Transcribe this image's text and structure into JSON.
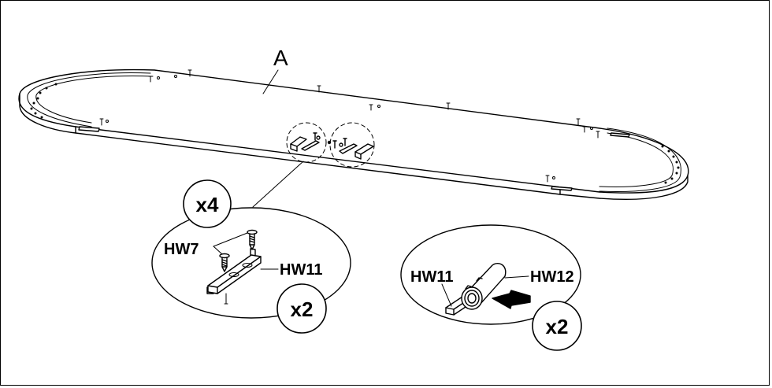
{
  "labels": {
    "part_a": "A",
    "qty_screws": "x4",
    "qty_brackets": "x2",
    "qty_magnets": "x2",
    "hw7": "HW7",
    "hw11_left": "HW11",
    "hw11_right": "HW11",
    "hw12": "HW12"
  }
}
